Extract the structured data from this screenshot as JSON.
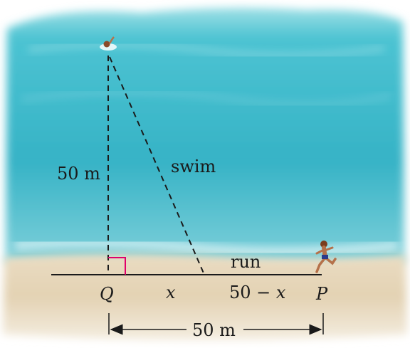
{
  "diagram": {
    "labels": {
      "vertical_distance": "50 m",
      "swim": "swim",
      "run": "run",
      "point_q": "Q",
      "point_p": "P",
      "segment_x": "x",
      "segment_remaining": "50 − x",
      "total_distance": "50 m"
    },
    "colors": {
      "sea_light": "#7fd4dc",
      "sea_main": "#3fb8c8",
      "sea_deep": "#2aa3b6",
      "sand": "#e6d7bd",
      "right_angle_marker": "#e0006a",
      "line": "#1a1a1a"
    },
    "icons": {
      "swimmer": "swimmer-icon",
      "runner": "runner-icon"
    }
  }
}
